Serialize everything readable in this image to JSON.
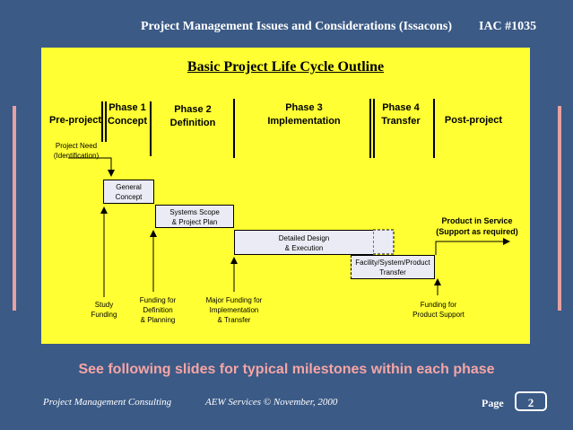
{
  "header": {
    "title": "Project Management Issues and Considerations (Issacons)",
    "ref": "IAC #1035"
  },
  "diagram": {
    "title": "Basic Project Life Cycle Outline",
    "phases": [
      {
        "line1": "Pre-project",
        "line2": ""
      },
      {
        "line1": "Phase 1",
        "line2": "Concept"
      },
      {
        "line1": "Phase 2",
        "line2": "Definition"
      },
      {
        "line1": "Phase 3",
        "line2": "Implementation"
      },
      {
        "line1": "Phase 4",
        "line2": "Transfer"
      },
      {
        "line1": "Post-project",
        "line2": ""
      }
    ],
    "project_need": {
      "line1": "Project Need",
      "line2": "(Identification)"
    },
    "boxes": [
      {
        "line1": "General",
        "line2": "Concept"
      },
      {
        "line1": "Systems Scope",
        "line2": "& Project Plan"
      },
      {
        "line1": "Detailed Design",
        "line2": "& Execution"
      },
      {
        "line1": "Facility/System/Product",
        "line2": "Transfer"
      }
    ],
    "product_in_service": {
      "line1": "Product in Service",
      "line2": "(Support as required)"
    },
    "funding": [
      {
        "line1": "Study",
        "line2": "Funding",
        "line3": ""
      },
      {
        "line1": "Funding for",
        "line2": "Definition",
        "line3": "& Planning"
      },
      {
        "line1": "Major Funding for",
        "line2": "Implementation",
        "line3": "& Transfer"
      },
      {
        "line1": "Funding for",
        "line2": "Product Support",
        "line3": ""
      }
    ]
  },
  "banner": "See following slides for typical milestones within each phase",
  "footer": {
    "left": "Project Management Consulting",
    "center": "AEW Services © November, 2000",
    "page_label": "Page",
    "page_number": "2"
  },
  "colors": {
    "background": "#3b5a86",
    "panel": "#ffff33",
    "box": "#ebebf5",
    "banner": "#f5a5a5",
    "stripe": "#e8a0a0"
  }
}
